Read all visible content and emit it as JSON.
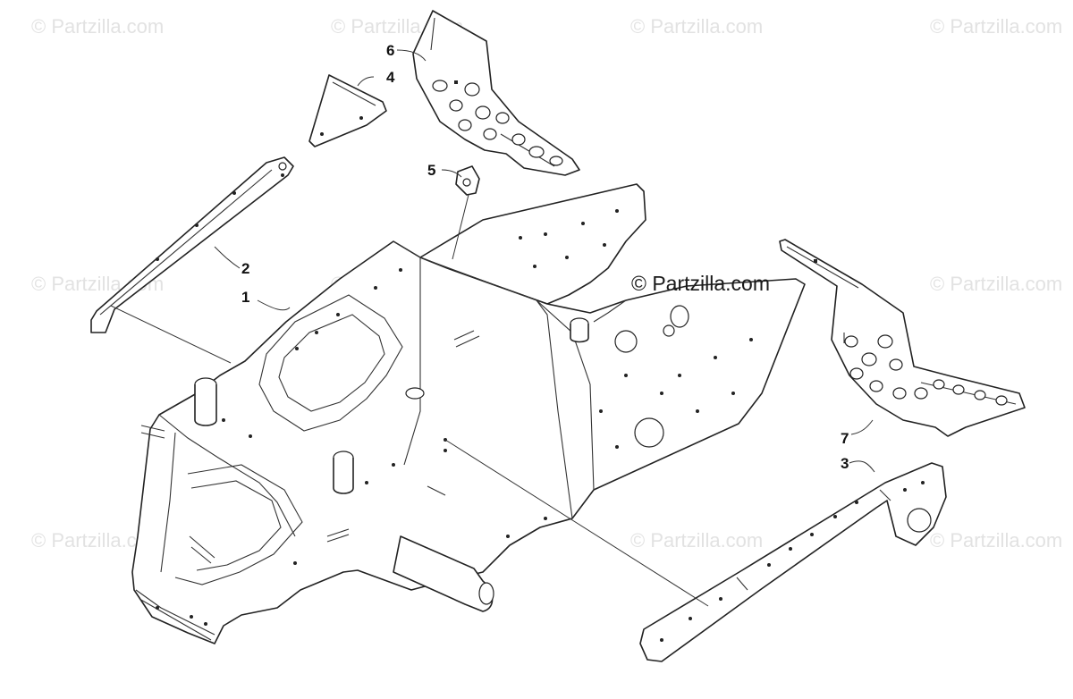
{
  "watermark": "© Partzilla.com",
  "center_watermark": "© Partzilla.com",
  "callouts": {
    "p1": "1",
    "p2": "2",
    "p3": "3",
    "p4": "4",
    "p5": "5",
    "p6": "6",
    "p7": "7"
  }
}
